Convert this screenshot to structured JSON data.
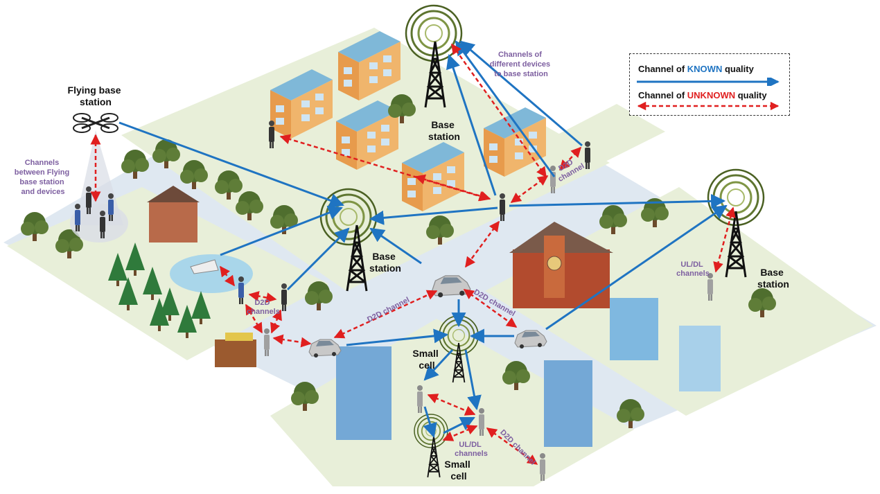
{
  "legend": {
    "known": {
      "prefix": "Channel of ",
      "keyword": "KNOWN",
      "suffix": " quality"
    },
    "unknown": {
      "prefix": "Channel of ",
      "keyword": "UNKNOWN",
      "suffix": " quality"
    }
  },
  "labels": {
    "flying_bs": [
      "Flying base",
      "station"
    ],
    "bs_top": [
      "Base",
      "station"
    ],
    "bs_center": [
      "Base",
      "station"
    ],
    "bs_right": [
      "Base",
      "station"
    ],
    "small_cell_center": [
      "Small",
      "cell"
    ],
    "small_cell_bottom": [
      "Small",
      "cell"
    ]
  },
  "annotations": {
    "flying_channels": [
      "Channels",
      "between Flying",
      "base station",
      "and devices"
    ],
    "bs_channels": [
      "Channels of",
      "different devices",
      "to base station"
    ],
    "d2d_top": [
      "D2D",
      "channel"
    ],
    "d2d_left": [
      "D2D",
      "channels"
    ],
    "d2d_car_left": "D2D channel",
    "d2d_car_right": "D2D channel",
    "d2d_bottom": "D2D channel",
    "uldl_right": [
      "UL/DL",
      "channels"
    ],
    "uldl_bottom": [
      "UL/DL",
      "channels"
    ]
  },
  "colors": {
    "known": "#1f74c2",
    "unknown": "#e01f1f",
    "annotation": "#7d5fa0",
    "grass": "#e8efd9",
    "road": "#dfe8f1"
  }
}
